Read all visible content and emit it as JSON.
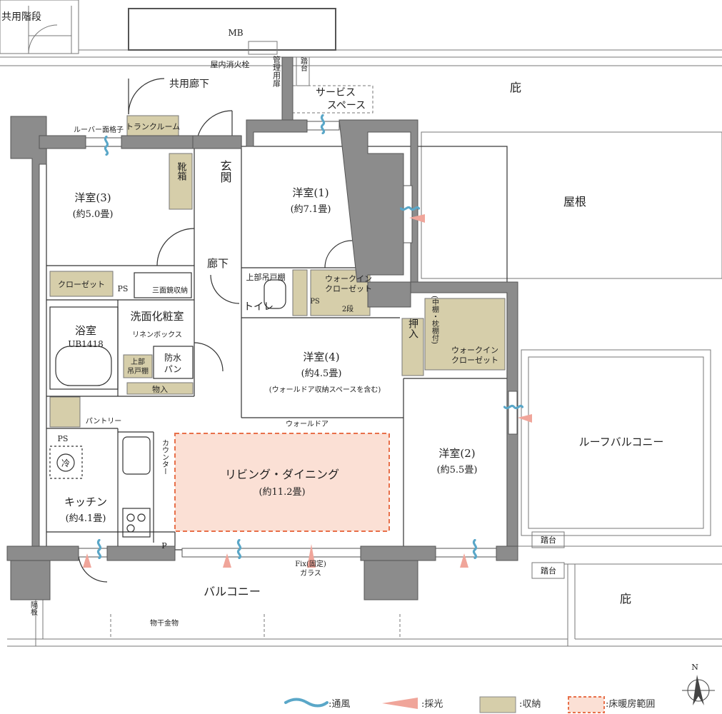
{
  "rooms": {
    "western3": {
      "name": "洋室(3)",
      "size": "(約5.0畳)"
    },
    "western1": {
      "name": "洋室(1)",
      "size": "(約7.1畳)"
    },
    "western4": {
      "name": "洋室(4)",
      "size": "(約4.5畳)",
      "note": "(ウォールドア収納スペースを含む)"
    },
    "western2": {
      "name": "洋室(2)",
      "size": "(約5.5畳)"
    },
    "living": {
      "name": "リビング・ダイニング",
      "size": "(約11.2畳)"
    },
    "kitchen": {
      "name": "キッチン",
      "size": "(約4.1畳)"
    },
    "bath": {
      "name": "浴室",
      "model": "UB1418"
    },
    "washroom": "洗面化粧室",
    "entrance": "玄関",
    "hallway": "廊下",
    "toilet": "トイレ"
  },
  "labels": {
    "shared_stairs": "共用階段",
    "mb": "MB",
    "fire_hydrant": "屋内消火栓",
    "admin_door": "管理用扉",
    "step_top": "踏台",
    "shared_corridor": "共用廊下",
    "service_space": [
      "サービス",
      "スペース"
    ],
    "eaves": "庇",
    "roof": "屋根",
    "louver": "ルーバー面格子",
    "trunk_room": "トランクルーム",
    "shoe_box": "靴箱",
    "closet": "クローゼット",
    "ps": "PS",
    "mirror_storage": "三面鏡収納",
    "linen_box": "リネンボックス",
    "upper_cabinet": [
      "上部",
      "吊戸棚"
    ],
    "water_pan": [
      "防水",
      "パン"
    ],
    "storage": "物入",
    "pantry": "パントリー",
    "fridge": "冷",
    "counter": "カウンター",
    "p": "P",
    "upper_cabinet_toilet": "上部吊戸棚",
    "wic": [
      "ウォークイン",
      "クローゼット"
    ],
    "two_tier": "2段",
    "oshiire": "押入",
    "mid_shelf": "(中棚・枕棚付)",
    "wall_door": "ウォールドア",
    "roof_balcony": "ルーフバルコニー",
    "step_1": "踏台",
    "step_2": "踏台",
    "balcony": "バルコニー",
    "fix_glass": [
      "Fix(固定)",
      "ガラス"
    ],
    "partition": "隔板",
    "laundry_hardware": "物干金物",
    "north": "N"
  },
  "legend": [
    {
      "label": ":通風",
      "icon": "wind-icon"
    },
    {
      "label": ":採光",
      "icon": "light-icon"
    },
    {
      "label": ":収納",
      "icon": "storage-icon"
    },
    {
      "label": ":床暖房範囲",
      "icon": "floor-heating-icon"
    }
  ],
  "colors": {
    "wall": "#8c8c8c",
    "storage": "#d6ceaa",
    "floor_heating_fill": "#fbe0d5",
    "floor_heating_border": "#e8704a",
    "wind": "#5aa7c8",
    "light": "#f0a59a"
  }
}
